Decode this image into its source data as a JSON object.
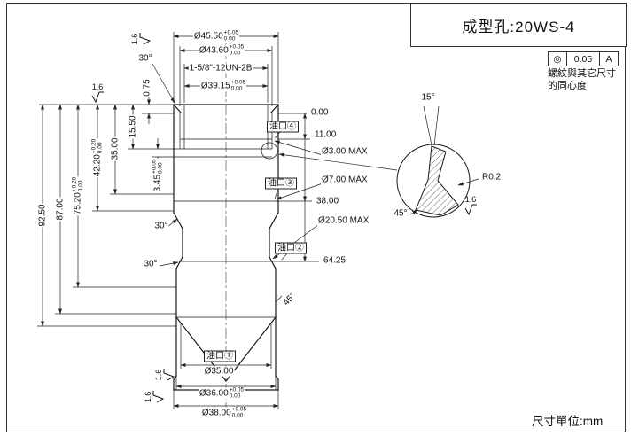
{
  "page": {
    "title": "成型孔:20WS-4",
    "units_note": "尺寸單位:mm"
  },
  "colors": {
    "ink": "#1a1a1a",
    "background": "#ffffff"
  },
  "tolerance_frame": {
    "symbol": "◎",
    "value": "0.05",
    "datum": "A",
    "note_line1": "螺紋與其它尺寸",
    "note_line2": "的同心度"
  },
  "dims": {
    "od_4550": {
      "text": "Ø45.50",
      "tol_up": "+0.05",
      "tol_dn": "0.00"
    },
    "od_4360": {
      "text": "Ø43.60",
      "tol_up": "+0.05",
      "tol_dn": "0.00"
    },
    "thread_spec": "1-5/8\"-12UN-2B",
    "od_3915": {
      "text": "Ø39.15",
      "tol_up": "+0.05",
      "tol_dn": "0.00"
    },
    "depth_075": "0.75",
    "depth_1550": "15.50",
    "depth_3500": "35.00",
    "depth_4220": {
      "text": "42.20",
      "tol_up": "+0.20",
      "tol_dn": "0.00"
    },
    "depth_7520": {
      "text": "75.20",
      "tol_up": "+0.20",
      "tol_dn": "0.00"
    },
    "depth_8700": "87.00",
    "depth_9250": "92.50",
    "depth_345": {
      "text": "3.45",
      "tol_up": "+0.05",
      "tol_dn": "0.00"
    },
    "datum_000": "0.00",
    "depth_1100": "11.00",
    "depth_3800": "38.00",
    "depth_6425": "64.25",
    "port4_max": "Ø3.00 MAX",
    "port3_max": "Ø7.00 MAX",
    "port2_max": "Ø20.50 MAX",
    "od_3500": "Ø35.00",
    "od_3600": {
      "text": "Ø36.00",
      "tol_up": "+0.05",
      "tol_dn": "0.00"
    },
    "od_3800": {
      "text": "Ø38.00",
      "tol_up": "+0.05",
      "tol_dn": "0.00"
    }
  },
  "angles": {
    "top_chamfer": "30°",
    "mid_chamfer_upper": "30°",
    "mid_chamfer_lower": "30°",
    "lower_chamfer": "45°",
    "detail_taper": "15°",
    "detail_chamfer": "45°"
  },
  "surface_finish": {
    "top_left_a": "1.6",
    "top_left_b": "1.6",
    "bottom_a": "1.6",
    "bottom_b": "1.6",
    "detail": "1.6"
  },
  "oil_ports": {
    "port1": "油口①",
    "port2": "油口②",
    "port3": "油口③",
    "port4": "油口④"
  },
  "detail": {
    "radius": "R0.2"
  }
}
